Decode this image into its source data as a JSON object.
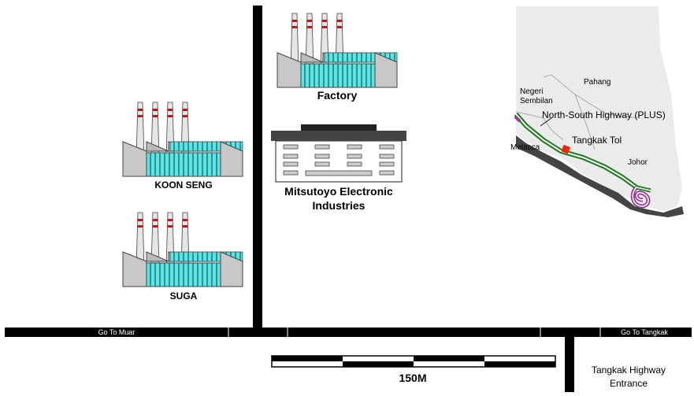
{
  "factories": [
    {
      "id": "factory-top",
      "label": "Factory"
    },
    {
      "id": "koon-seng",
      "label": "KOON SENG"
    },
    {
      "id": "suga",
      "label": "SUGA"
    }
  ],
  "building": {
    "line1": "Mitsutoyo Electronic",
    "line2": "Industries"
  },
  "roads": {
    "left_label": "Go To Muar",
    "right_label": "Go To Tangkak",
    "entrance_line1": "Tangkak Highway",
    "entrance_line2": "Entrance"
  },
  "scale_bar": {
    "label": "150M"
  },
  "inset_map": {
    "regions": [
      "Negeri",
      "Sembilan",
      "Pahang",
      "Melacca",
      "Johor"
    ],
    "highway_label": "North-South Highway (PLUS)",
    "toll_label": "Tangkak Tol"
  },
  "colors": {
    "road": "#000000",
    "chimney_stripe": "#cc1111",
    "factory_glass": "#66e0e0",
    "factory_body": "#d0d0d0",
    "highway": "#1a7a1a",
    "toll_marker": "#ff2200",
    "interchange": "#993399"
  }
}
